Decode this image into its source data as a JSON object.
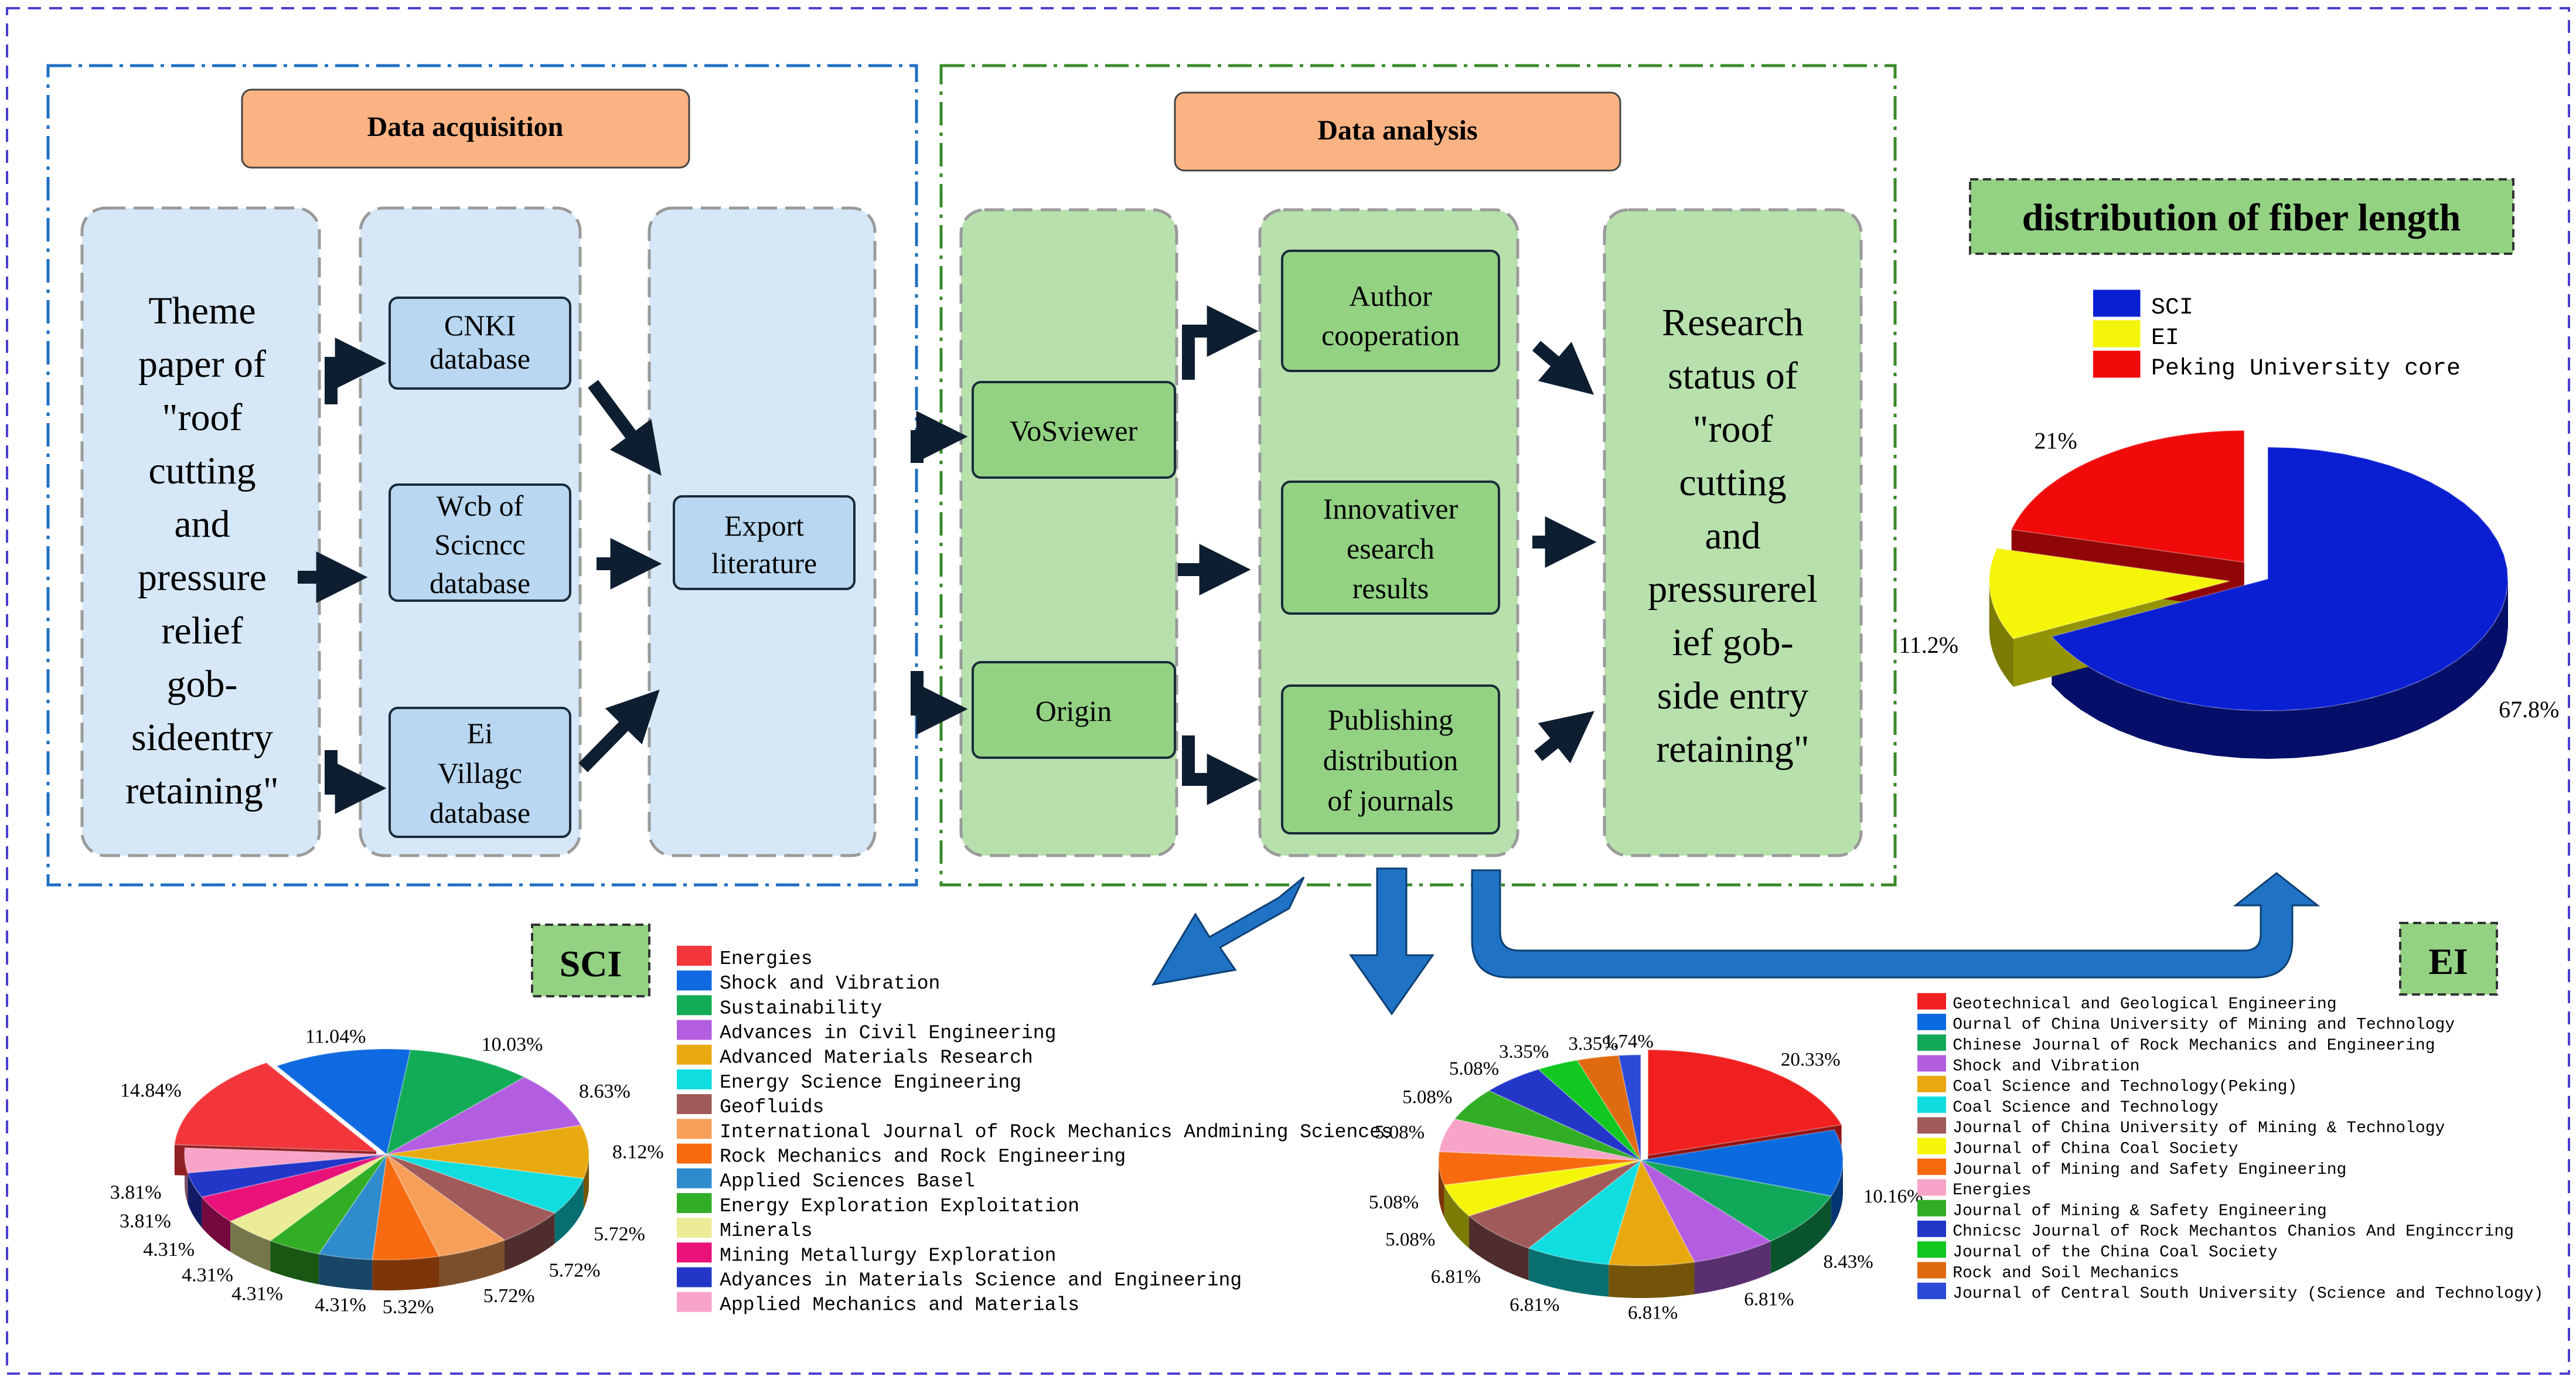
{
  "colors": {
    "outer_border": "#4b3fd0",
    "acq_border": "#1f6fc1",
    "ana_border": "#3a8a2a",
    "header_fill": "#fbb383",
    "light_blue": "#d6e8f7",
    "mid_blue": "#b9d7f0",
    "light_green": "#b7e0ad",
    "mid_green": "#93d283",
    "arrow_blue": "#1f72c4",
    "dark_arrow": "#0c1e30"
  },
  "acquisition": {
    "header": "Data acquisition",
    "theme_text": "Theme\npaper of\n\"roof\ncutting\nand\npressure\nrelief\ngob-\nsideentry\nretaining\"",
    "cnki": "CNKI\ndatabase",
    "wos": "Wcb of\nScicncc\ndatabase",
    "ei": "Ei\nVillagc\ndatabase",
    "export": "Export\nliterature"
  },
  "analysis": {
    "header": "Data analysis",
    "vosviewer": "VoSviewer",
    "origin": "Origin",
    "author": "Author\ncooperation",
    "innovative": "Innovativer\nesearch\nresults",
    "publishing": "Publishing\ndistribution\nof journals",
    "research": "Research\nstatus of\n\"roof\ncutting\nand\npressurerel\nief gob-\nside entry\nretaining\""
  },
  "labels": {
    "sci": "SCI",
    "ei": "EI",
    "fiber_title": "distribution of fiber length"
  },
  "chart_data": [
    {
      "id": "fiber",
      "type": "pie",
      "title": "distribution of fiber length",
      "series": [
        {
          "name": "SCI",
          "value": 67.8,
          "label": "67.8%",
          "color": "#0a1ed2"
        },
        {
          "name": "EI",
          "value": 11.2,
          "label": "11.2%",
          "color": "#f5f50a"
        },
        {
          "name": "Peking University core",
          "value": 21.0,
          "label": "21%",
          "color": "#f00a0a"
        }
      ],
      "legend_placement": "top-left"
    },
    {
      "id": "sci",
      "type": "pie",
      "title": "SCI",
      "series": [
        {
          "name": "Energies",
          "value": 14.84,
          "label": "14.84%",
          "color": "#f2363b"
        },
        {
          "name": "Shock and Vibration",
          "value": 11.04,
          "label": "11.04%",
          "color": "#0f69e0"
        },
        {
          "name": "Sustainability",
          "value": 10.03,
          "label": "10.03%",
          "color": "#12ac56"
        },
        {
          "name": "Advances in Civil Engineering",
          "value": 8.63,
          "label": "8.63%",
          "color": "#b35ee0"
        },
        {
          "name": "Advanced Materials Research",
          "value": 8.12,
          "label": "8.12%",
          "color": "#e8aa10"
        },
        {
          "name": "Energy Science Engineering",
          "value": 5.72,
          "label": "5.72%",
          "color": "#10dde0"
        },
        {
          "name": "Geofluids",
          "value": 5.72,
          "label": "5.72%",
          "color": "#a05a5a"
        },
        {
          "name": "International Journal of Rock Mechanics Andmining Sciences",
          "value": 5.72,
          "label": "5.72%",
          "color": "#f79e58"
        },
        {
          "name": "Rock Mechanics and Rock Engineering",
          "value": 5.32,
          "label": "5.32%",
          "color": "#f86a10"
        },
        {
          "name": "Applied Sciences Basel",
          "value": 4.31,
          "label": "4.31%",
          "color": "#2e8ccd"
        },
        {
          "name": "Energy Exploration Exploitation",
          "value": 4.31,
          "label": "4.31%",
          "color": "#31ad26"
        },
        {
          "name": "Minerals",
          "value": 4.31,
          "label": "4.31%",
          "color": "#ecec96"
        },
        {
          "name": "Mining Metallurgy Exploration",
          "value": 4.31,
          "label": "4.31%",
          "color": "#e8127a"
        },
        {
          "name": "Adyances in Materials Science and Engineering",
          "value": 3.81,
          "label": "3.81%",
          "color": "#2236c8"
        },
        {
          "name": "Applied Mechanics and Materials",
          "value": 3.81,
          "label": "3.81%",
          "color": "#f8a4c8"
        }
      ]
    },
    {
      "id": "ei",
      "type": "pie",
      "title": "EI",
      "series": [
        {
          "name": "Geotechnical and Geological Engineering",
          "value": 20.33,
          "label": "20.33%",
          "color": "#f02020"
        },
        {
          "name": "Ournal of China University of Mining and Technology",
          "value": 10.16,
          "label": "10.16%",
          "color": "#0a6ae0"
        },
        {
          "name": "Chinese Journal of Rock Mechanics and Engineering",
          "value": 8.43,
          "label": "8.43%",
          "color": "#12a85a"
        },
        {
          "name": "Shock and Vibration",
          "value": 6.81,
          "label": "6.81%",
          "color": "#b35ee0"
        },
        {
          "name": "Coal Science and Technology(Peking)",
          "value": 6.81,
          "label": "6.81%",
          "color": "#e8a810"
        },
        {
          "name": "Coal Science and Technology",
          "value": 6.81,
          "label": "6.81%",
          "color": "#10dde0"
        },
        {
          "name": "Journal of China University of Mining & Technology",
          "value": 6.81,
          "label": "6.81%",
          "color": "#a05a5a"
        },
        {
          "name": "Journal of China Coal Society",
          "value": 5.08,
          "label": "5.08%",
          "color": "#f5f50a"
        },
        {
          "name": "Journal of Mining and Safety Engineering",
          "value": 5.08,
          "label": "5.08%",
          "color": "#f86a10"
        },
        {
          "name": "Energies",
          "value": 5.08,
          "label": "5.08%",
          "color": "#f8a4c8"
        },
        {
          "name": "Journal of Mining & Safety Engineering",
          "value": 5.08,
          "label": "5.08%",
          "color": "#31ad26"
        },
        {
          "name": "Chnicsc Journal of Rock Mechantos Chanios And Enginccring",
          "value": 5.08,
          "label": "5.08%",
          "color": "#2236c8"
        },
        {
          "name": "Journal of the China Coal Society",
          "value": 3.35,
          "label": "3.35%",
          "color": "#10c820"
        },
        {
          "name": "Rock and Soil Mechanics",
          "value": 3.35,
          "label": "3.35%",
          "color": "#e06a10"
        },
        {
          "name": "Journal of Central South University (Science and Technology)",
          "value": 1.74,
          "label": "1.74%",
          "color": "#2a4ad8"
        }
      ]
    }
  ]
}
